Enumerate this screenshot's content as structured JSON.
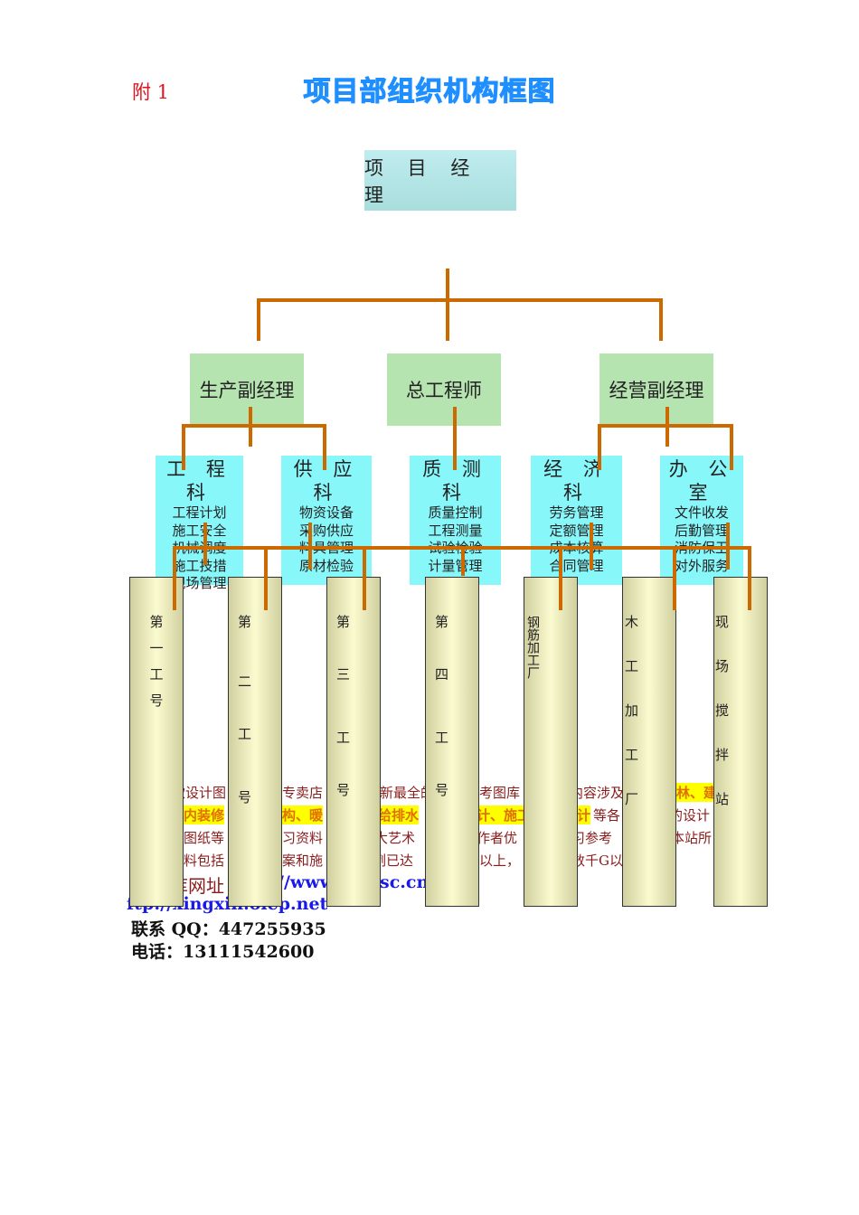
{
  "header": {
    "appendix": "附 1",
    "title": "项目部组织机构框图"
  },
  "top": {
    "label": "项 目 经 理"
  },
  "level2": [
    "生产副经理",
    "总工程师",
    "经营副经理"
  ],
  "departments": [
    {
      "name": "工 程 科",
      "items": [
        "工程计划",
        "施工安全",
        "机械调度",
        "施工技措",
        "现场管理"
      ]
    },
    {
      "name": "供 应 科",
      "items": [
        "物资设备",
        "采购供应",
        "料具管理",
        "原材检验"
      ]
    },
    {
      "name": "质 测 科",
      "items": [
        "质量控制",
        "工程测量",
        "试验检验",
        "计量管理"
      ]
    },
    {
      "name": "经 济 科",
      "items": [
        "劳务管理",
        "定额管理",
        "成本核算",
        "合同管理"
      ]
    },
    {
      "name": "办 公 室",
      "items": [
        "文件收发",
        "后勤管理",
        "消防保卫",
        "对外服务"
      ]
    }
  ],
  "teams": [
    [
      "第",
      "一",
      "工",
      "号"
    ],
    [
      "第",
      "二",
      "工",
      "号"
    ],
    [
      "第",
      "三",
      "工",
      "号"
    ],
    [
      "第",
      "四",
      "工",
      "号"
    ],
    [
      "钢筋加工厂"
    ],
    [
      "木",
      "工",
      "加",
      "工",
      "厂"
    ],
    [
      "现",
      "场",
      "搅",
      "拌",
      "站"
    ]
  ],
  "background_text": {
    "l1": [
      "款设计图",
      "专卖店",
      "新最全的",
      "考图库",
      "内容涉及",
      "林、建"
    ],
    "l2": [
      "内装修",
      "构、暖",
      "给排水",
      "计、施工",
      "计",
      "等各",
      "的设计"
    ],
    "l3": [
      "计图纸等",
      "习资料",
      "大艺术",
      "作者优",
      "习参考",
      "本站所"
    ],
    "l4": [
      "资料包括",
      "案和施",
      "例已达",
      "以上，",
      "数千G以"
    ],
    "l5": [
      "库网址",
      "://www",
      "sc.cn"
    ]
  },
  "footer": {
    "ftp": "ftp://xingxin.olep.net",
    "qq": "联系 QQ：447255935",
    "phone": "电话：13111542600"
  },
  "colors": {
    "connector": "#cc6a00",
    "title": "#1f8fff"
  }
}
